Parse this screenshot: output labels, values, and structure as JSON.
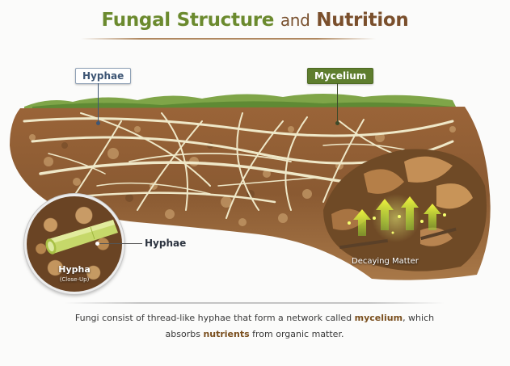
{
  "title": {
    "part1": "Fungal Structure",
    "part2": "and",
    "part3": "Nutrition"
  },
  "labels": {
    "hyphae_top": "Hyphae",
    "mycelium_top": "Mycelium",
    "hyphae_callout": "Hyphae",
    "decaying_matter": "Decaying Matter"
  },
  "closeup": {
    "title": "Hypha",
    "subtitle": "(Close-Up)"
  },
  "caption": {
    "line1_a": "Fungi consist of thread-like hyphae that form a network called ",
    "line1_b": "mycelium",
    "line1_c": ", which",
    "line2_a": "absorbs ",
    "line2_b": "nutrients",
    "line2_c": " from organic matter."
  },
  "colors": {
    "title_green": "#6b8a2e",
    "title_brown": "#7a4f2c",
    "mycelium_label_bg": "#5e7d2e",
    "hyphae_label_text": "#3e5675",
    "soil": "#8a5a32",
    "hyphae_strand": "#efe8c8",
    "grass": "#7fa548",
    "nutrient_arrow": "#c8e840"
  }
}
